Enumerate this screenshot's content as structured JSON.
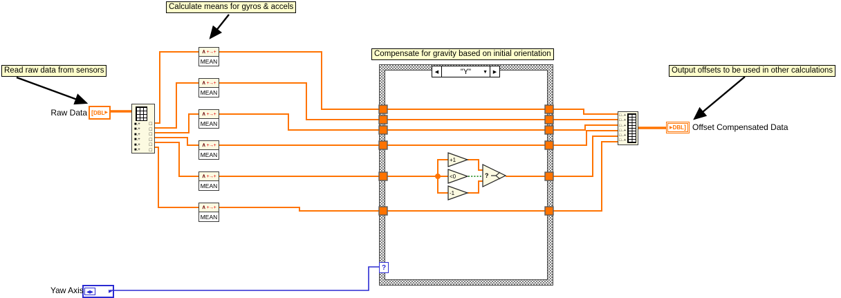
{
  "annotations": {
    "read": "Read raw data from sensors",
    "calc_means": "Calculate means for gyros & accels",
    "compensate": "Compensate for gravity based on initial orientation",
    "output": "Output offsets to be used in other calculations"
  },
  "terminals": {
    "raw_data": {
      "label": "Raw Data",
      "type": "DBL",
      "open_bracket": "[",
      "out_arrow": "▶"
    },
    "offset_out": {
      "label": "Offset Compensated Data",
      "type": "DBL",
      "in_arrow": "▶",
      "close_bracket": "]"
    },
    "yaw_axis": {
      "label": "Yaw Axis",
      "glyph": "◀▶",
      "out_arrow": "▶"
    }
  },
  "case_structure": {
    "selector_value": "\"Y\"",
    "dec_arrow": "◀",
    "inc_arrow": "▶",
    "dropdown_arrow": "▼",
    "selector_terminal": "?"
  },
  "mean_nodes": {
    "count": 6,
    "icon_curve": "∧",
    "icon_ops": "+→+",
    "label": "MEAN"
  },
  "logic": {
    "increment": "+1",
    "compare": "<0",
    "decrement": "-1",
    "select": "?"
  },
  "index_array": {
    "rows": 6,
    "row_glyph": "■.+",
    "out_glyph": "□"
  },
  "build_array": {
    "rows": 6,
    "row_glyph": "□‥+"
  },
  "colors": {
    "wire_numeric": "#FF7300",
    "wire_enum": "#2A2AD2",
    "wire_boolean": "#007A00",
    "label_bg": "#FFFFCC",
    "node_bg": "#FCFAE1"
  }
}
